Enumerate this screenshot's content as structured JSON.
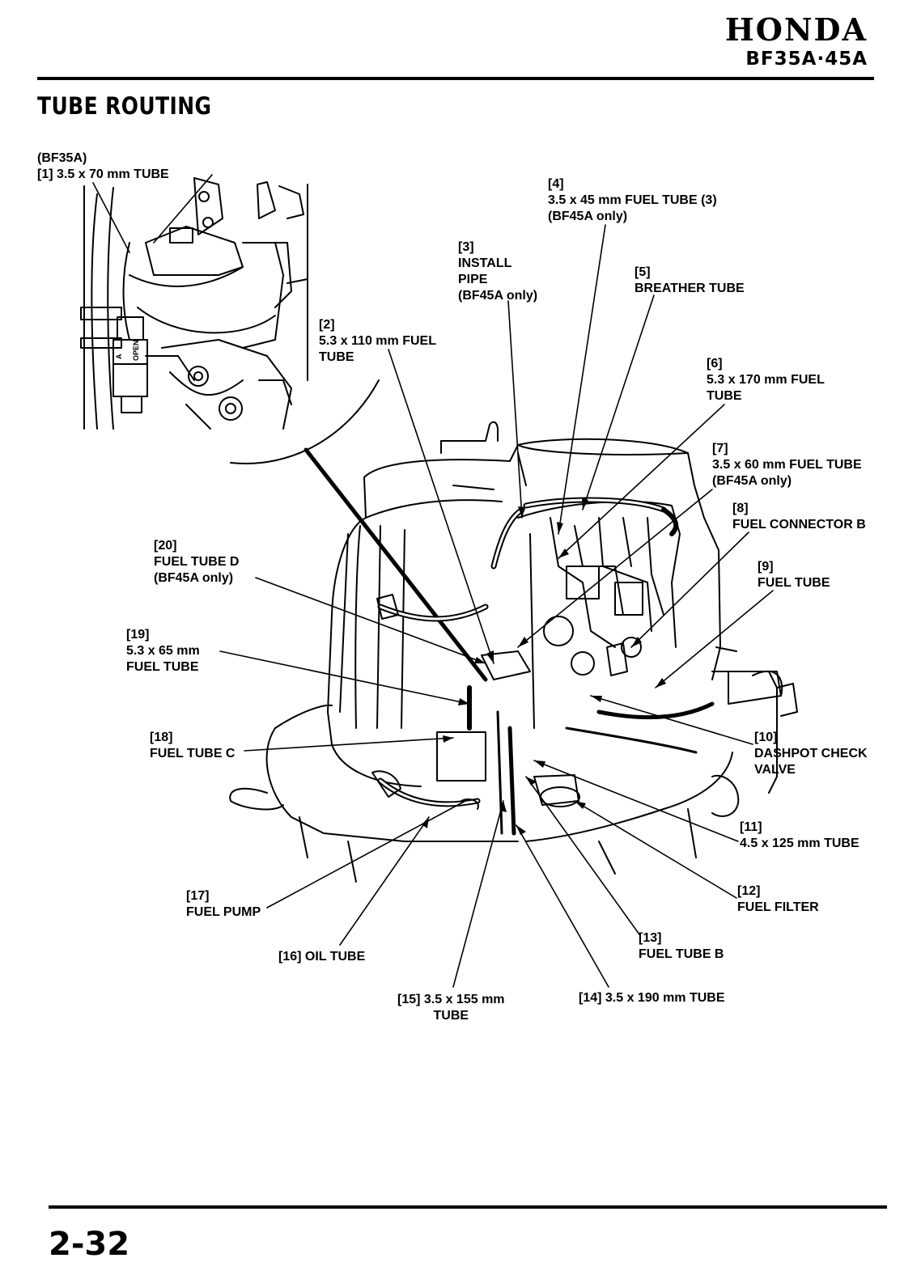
{
  "header": {
    "brand": "HONDA",
    "model": "BF35A·45A"
  },
  "section_title": "TUBE ROUTING",
  "page_number": "2-32",
  "inset": {
    "model_label": "(BF35A)",
    "callout": "[1] 3.5 x 70 mm TUBE",
    "valve_marks": [
      "OPEN",
      "A"
    ]
  },
  "callouts": [
    {
      "id": "2",
      "lines": [
        "[2]",
        "5.3 x 110 mm FUEL",
        "TUBE"
      ]
    },
    {
      "id": "3",
      "lines": [
        "[3]",
        "INSTALL",
        "PIPE",
        "(BF45A only)"
      ]
    },
    {
      "id": "4",
      "lines": [
        "[4]",
        "3.5 x 45 mm FUEL TUBE (3)",
        "(BF45A only)"
      ]
    },
    {
      "id": "5",
      "lines": [
        "[5]",
        "BREATHER TUBE"
      ]
    },
    {
      "id": "6",
      "lines": [
        "[6]",
        "5.3 x 170 mm FUEL",
        "TUBE"
      ]
    },
    {
      "id": "7",
      "lines": [
        "[7]",
        "3.5 x 60 mm FUEL TUBE",
        "(BF45A only)"
      ]
    },
    {
      "id": "8",
      "lines": [
        "[8]",
        "FUEL CONNECTOR B"
      ]
    },
    {
      "id": "9",
      "lines": [
        "[9]",
        "FUEL TUBE"
      ]
    },
    {
      "id": "10",
      "lines": [
        "[10]",
        "DASHPOT CHECK",
        "VALVE"
      ]
    },
    {
      "id": "11",
      "lines": [
        "[11]",
        "4.5 x 125 mm TUBE"
      ]
    },
    {
      "id": "12",
      "lines": [
        "[12]",
        "FUEL FILTER"
      ]
    },
    {
      "id": "13",
      "lines": [
        "[13]",
        "FUEL TUBE B"
      ]
    },
    {
      "id": "14",
      "lines": [
        "[14] 3.5 x 190 mm TUBE"
      ]
    },
    {
      "id": "15",
      "lines": [
        "[15] 3.5 x 155 mm",
        "TUBE"
      ]
    },
    {
      "id": "16",
      "lines": [
        "[16] OIL TUBE"
      ]
    },
    {
      "id": "17",
      "lines": [
        "[17]",
        "FUEL PUMP"
      ]
    },
    {
      "id": "18",
      "lines": [
        "[18]",
        "FUEL TUBE C"
      ]
    },
    {
      "id": "19",
      "lines": [
        "[19]",
        "5.3 x 65 mm",
        "FUEL TUBE"
      ]
    },
    {
      "id": "20",
      "lines": [
        "[20]",
        "FUEL TUBE D",
        "(BF45A only)"
      ]
    }
  ]
}
